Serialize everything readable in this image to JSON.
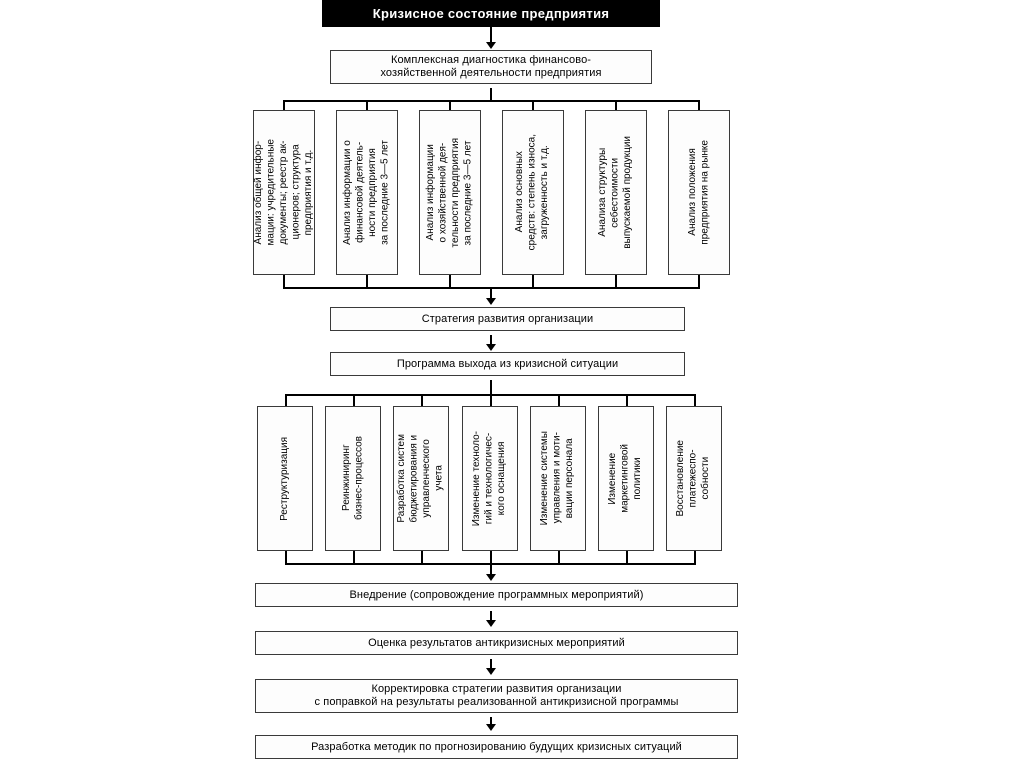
{
  "diagram": {
    "title": "Кризисное состояние предприятия",
    "stage_diagnostics": "Комплексная диагностика финансово-\nхозяйственной деятельности предприятия",
    "stage_strategy": "Стратегия развития организации",
    "stage_program": "Программа выхода из кризисной ситуации",
    "stage_implementation": "Внедрение (сопровождение программных мероприятий)",
    "stage_evaluation": "Оценка результатов антикризисных мероприятий",
    "stage_correction": "Корректировка стратегии развития организации\nс поправкой на результаты реализованной антикризисной программы",
    "stage_methods": "Разработка методик по прогнозированию будущих кризисных ситуаций",
    "analysis_blocks": [
      {
        "label": "Анализ общей инфор-\nмации: учредительные\nдокументы; реестр ак-\nционеров; структура\nпредприятия и т.д."
      },
      {
        "label": "Анализ информации о\nфинансовой деятель-\nности предприятия\nза последние 3—5 лет"
      },
      {
        "label": "Анализ информации\nо хозяйственной дея-\nтельности предприятия\nза последние 3—5 лет"
      },
      {
        "label": "Анализ основных\nсредств: степень износа,\nзагруженность и т.д."
      },
      {
        "label": "Анализа структуры\nсебестоимости\nвыпускаемой продукции"
      },
      {
        "label": "Анализ положения\nпредприятия на рынке"
      }
    ],
    "measure_blocks": [
      {
        "label": "Реструктуризация"
      },
      {
        "label": "Реинжиниринг\nбизнес-процессов"
      },
      {
        "label": "Разработка систем\nбюджетирования и\nуправленческого\nучета"
      },
      {
        "label": "Изменение техноло-\nгий и технологичес-\nкого оснащения"
      },
      {
        "label": "Изменение системы\nуправления и моти-\nвации персонала"
      },
      {
        "label": "Изменение\nмаркетинговой\nполитики"
      },
      {
        "label": "Восстановление\nплатежеспо-\nсобности"
      }
    ],
    "colors": {
      "ink": "#000000",
      "box_fill": "#fdfdfd",
      "box_border": "#3a3a3a",
      "title_fill": "#000000",
      "title_text": "#ffffff"
    }
  }
}
